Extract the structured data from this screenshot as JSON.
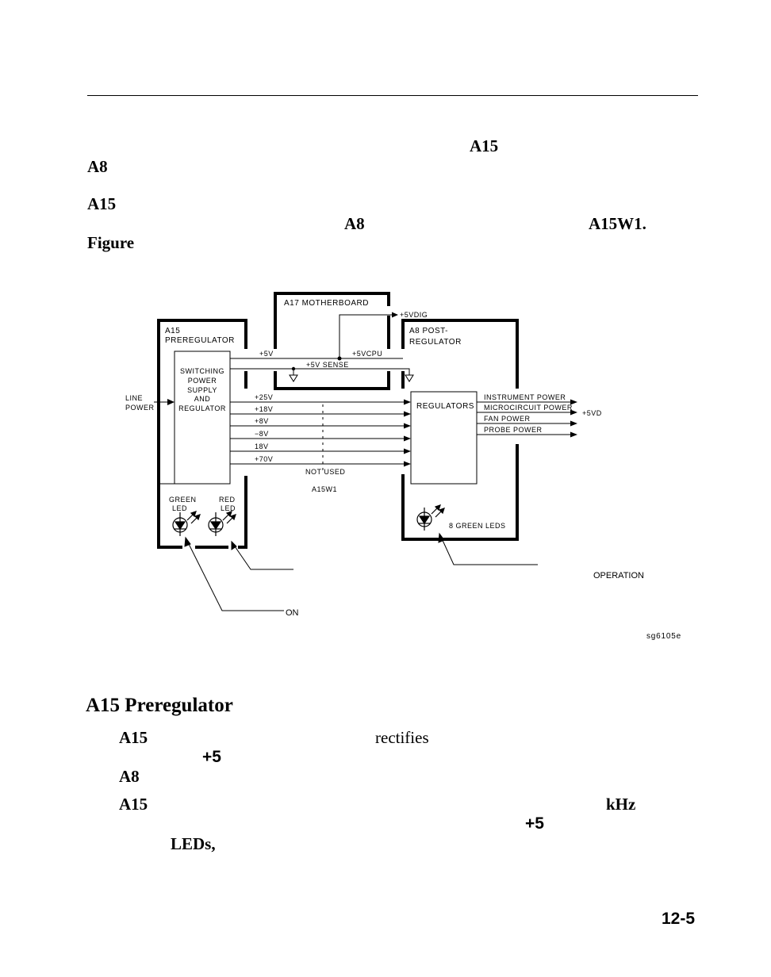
{
  "page": {
    "fragments": {
      "p1_a15": "A15",
      "p1_a8": "A8",
      "p2_a15": "A15",
      "p2_a8": "A8",
      "p2_a15w1": "A15W1.",
      "p2_figure": "Figure",
      "s1_a15": "A15",
      "s1_rectifies": "rectifies",
      "s1_plus5": "+5",
      "s1_a8": "A8",
      "s2_a15": "A15",
      "s2_khz": "kHz",
      "s2_plus5": "+5",
      "s2_leds": "LEDs,"
    },
    "section_heading": "A15 Preregulator",
    "page_number": "12-5"
  },
  "diagram": {
    "motherboard": "A17  MOTHERBOARD",
    "plus5vdig": "+5VDIG",
    "a15_line1": "A15",
    "a15_line2": "PREREGULATOR",
    "a8_line1": "A8  POST-",
    "a8_line2": "REGULATOR",
    "supply_line1": "SWITCHING",
    "supply_line2": "POWER",
    "supply_line3": "SUPPLY",
    "supply_line4": "AND",
    "supply_line5": "REGULATOR",
    "line_power1": "LINE",
    "line_power2": "POWER",
    "plus5v": "+5V",
    "plus5vcpu": "+5VCPU",
    "plus5v_sense": "+5V  SENSE",
    "rails": [
      "+25V",
      "+18V",
      "+8V",
      "−8V",
      "18V",
      "+70V"
    ],
    "not_used": "NOT  USED",
    "a15w1": "A15W1",
    "regulators": "REGULATORS",
    "outputs": [
      "INSTRUMENT  POWER",
      "MICROCIRCUIT  POWER",
      "FAN  POWER",
      "PROBE  POWER"
    ],
    "plus5vd": "+5VD",
    "green_led1": "GREEN",
    "green_led2": "LED",
    "red_led1": "RED",
    "red_led2": "LED",
    "a8_leds": "8  GREEN  LEDS",
    "callout_operation": "OPERATION",
    "callout_on": "ON",
    "figure_code": "sg6105e"
  }
}
